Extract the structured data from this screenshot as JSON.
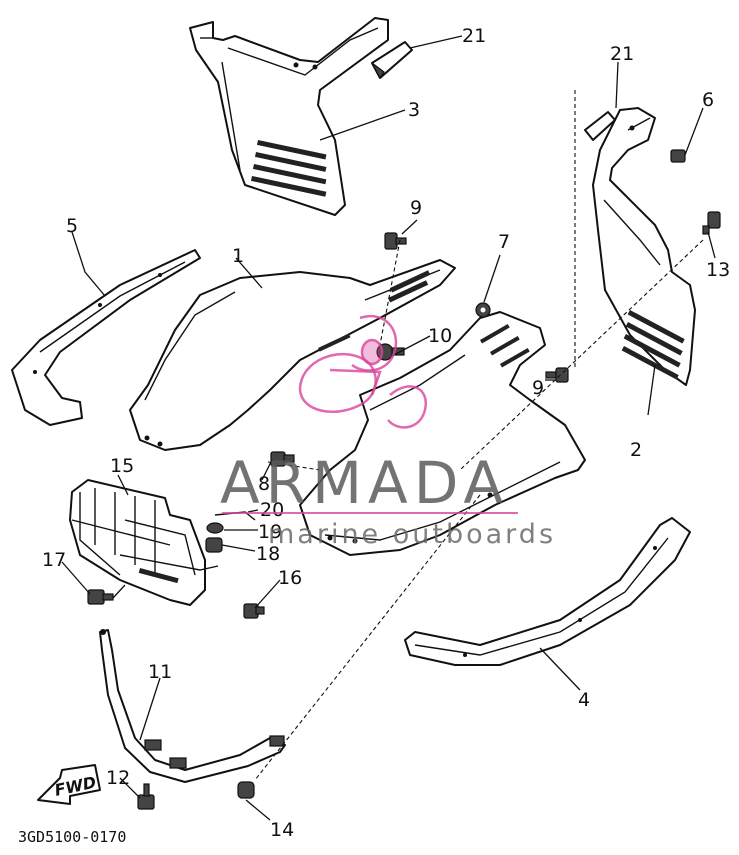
{
  "diagram": {
    "parts": [
      {
        "number": "1"
      },
      {
        "number": "2"
      },
      {
        "number": "3"
      },
      {
        "number": "4"
      },
      {
        "number": "5"
      },
      {
        "number": "6"
      },
      {
        "number": "7"
      },
      {
        "number": "8"
      },
      {
        "number": "9",
        "count": 2
      },
      {
        "number": "10"
      },
      {
        "number": "11"
      },
      {
        "number": "12"
      },
      {
        "number": "13"
      },
      {
        "number": "14"
      },
      {
        "number": "15"
      },
      {
        "number": "16"
      },
      {
        "number": "17"
      },
      {
        "number": "18"
      },
      {
        "number": "19"
      },
      {
        "number": "20"
      },
      {
        "number": "21",
        "count": 2
      }
    ],
    "labels": {
      "p1": "1",
      "p2": "2",
      "p3": "3",
      "p4": "4",
      "p5": "5",
      "p6": "6",
      "p7": "7",
      "p8": "8",
      "p9a": "9",
      "p9b": "9",
      "p10": "10",
      "p11": "11",
      "p12": "12",
      "p13": "13",
      "p14": "14",
      "p15": "15",
      "p16": "16",
      "p17": "17",
      "p18": "18",
      "p19": "19",
      "p20": "20",
      "p21a": "21",
      "p21b": "21"
    },
    "fwd_arrow_label": "FWD",
    "drawing_code": "3GD5100-0170"
  },
  "watermark": {
    "title": "ARMADA",
    "subtitle": "marine outboards",
    "logo_color": "#d9439a",
    "text_color": "#5a5a5a"
  }
}
